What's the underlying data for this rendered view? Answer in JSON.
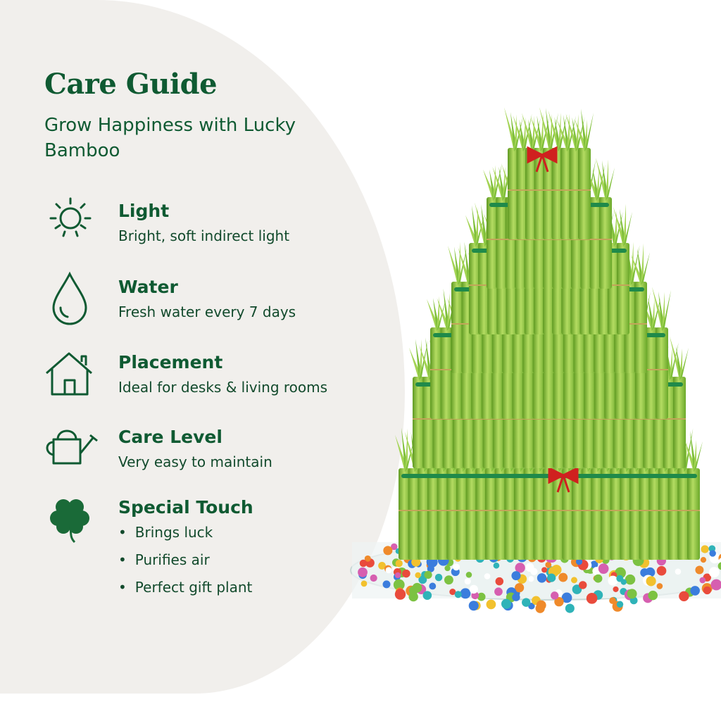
{
  "header": {
    "title": "Care Guide",
    "subtitle": "Grow Happiness with Lucky Bamboo"
  },
  "items": [
    {
      "icon": "sun-icon",
      "title": "Light",
      "description": "Bright, soft indirect light"
    },
    {
      "icon": "water-drop-icon",
      "title": "Water",
      "description": "Fresh water every 7 days"
    },
    {
      "icon": "house-icon",
      "title": "Placement",
      "description": "Ideal for desks & living rooms"
    },
    {
      "icon": "watering-can-icon",
      "title": "Care Level",
      "description": "Very easy to maintain"
    },
    {
      "icon": "clover-icon",
      "title": "Special Touch",
      "bullets": [
        "Brings luck",
        "Purifies air",
        "Perfect gift plant"
      ]
    }
  ],
  "colors": {
    "brand_green": "#0f5a32",
    "panel": "#f1efec",
    "bamboo": "#8cc63f",
    "ribbon": "#d0201f"
  }
}
